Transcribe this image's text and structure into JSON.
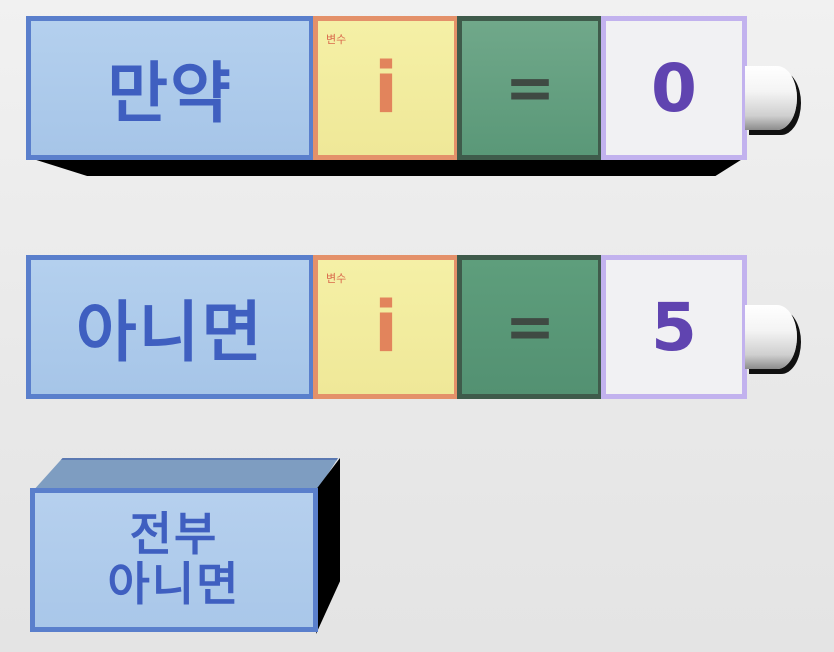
{
  "blocks": [
    {
      "keyword": "만약",
      "variable_caption": "변수",
      "variable": "i",
      "operator": "=",
      "value": "0"
    },
    {
      "keyword": "아니면",
      "variable_caption": "변수",
      "variable": "i",
      "operator": "=",
      "value": "5"
    }
  ],
  "else_block": {
    "line1": "전부",
    "line2": "아니면"
  },
  "colors": {
    "keyword_fill": "#a6c5e8",
    "keyword_border": "#5a7fcc",
    "variable_fill": "#efe898",
    "variable_border": "#e4916a",
    "operator_fill": "#5a9878",
    "value_fill": "#f1f1f3",
    "value_text": "#6044b0"
  }
}
